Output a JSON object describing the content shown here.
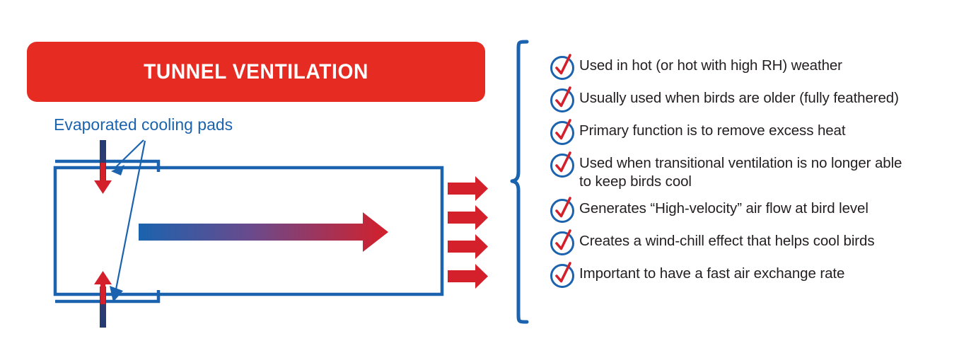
{
  "banner": {
    "title": "TUNNEL VENTILATION",
    "bg_color": "#E62B22",
    "text_color": "#FFFFFF"
  },
  "diagram": {
    "label": "Evaporated cooling pads",
    "label_color": "#1B63AE",
    "outline_color": "#1B63AE",
    "pad_color": "#243B75",
    "arrow_red": "#D3202B",
    "airflow_gradient": {
      "from": "#1B63AE",
      "to": "#D3202B"
    },
    "inlet_arrow_top": "down-arrow-icon",
    "inlet_arrow_bottom": "up-arrow-icon",
    "airflow_arrow": "right-gradient-arrow-icon",
    "exhaust_arrow_count": 4,
    "exhaust_arrow": "right-arrow-icon",
    "brace": "curly-brace-right"
  },
  "bullets": {
    "icon_name": "check-circle-icon",
    "icon_circle_color": "#1B63AE",
    "icon_check_color": "#D3202B",
    "text_color": "#231F20",
    "items": [
      {
        "text": "Used in hot (or hot with high RH) weather"
      },
      {
        "text": "Usually used when birds are older (fully feathered)"
      },
      {
        "text": "Primary function is to remove excess heat"
      },
      {
        "text": "Used when transitional ventilation is no longer able\nto keep birds cool"
      },
      {
        "text": "Generates “High-velocity” air flow at bird level"
      },
      {
        "text": "Creates a wind-chill effect that helps cool birds"
      },
      {
        "text": "Important to have a fast air exchange rate"
      }
    ]
  }
}
